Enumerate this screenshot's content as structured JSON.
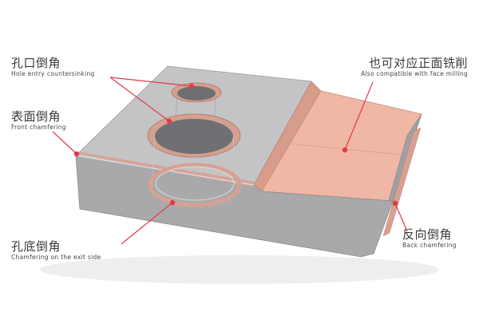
{
  "labels": {
    "hole_entry": {
      "zh": "孔口倒角",
      "en": "Hole entry countersinking"
    },
    "front": {
      "zh": "表面倒角",
      "en": "Front chamfering"
    },
    "exit": {
      "zh": "孔底倒角",
      "en": "Chamfering on the exit side"
    },
    "face_milling": {
      "zh": "也可对应正面铣削",
      "en": "Also compatible with face milling"
    },
    "back": {
      "zh": "反向倒角",
      "en": "Back chamfering"
    }
  },
  "colors": {
    "accent": "#e23a4a",
    "chamfer": "#d7a191",
    "copper_face": "#efb6a3",
    "block_top": "#c2c2c4",
    "block_front": "#a8a8ab",
    "block_dark": "#8f8f93"
  }
}
